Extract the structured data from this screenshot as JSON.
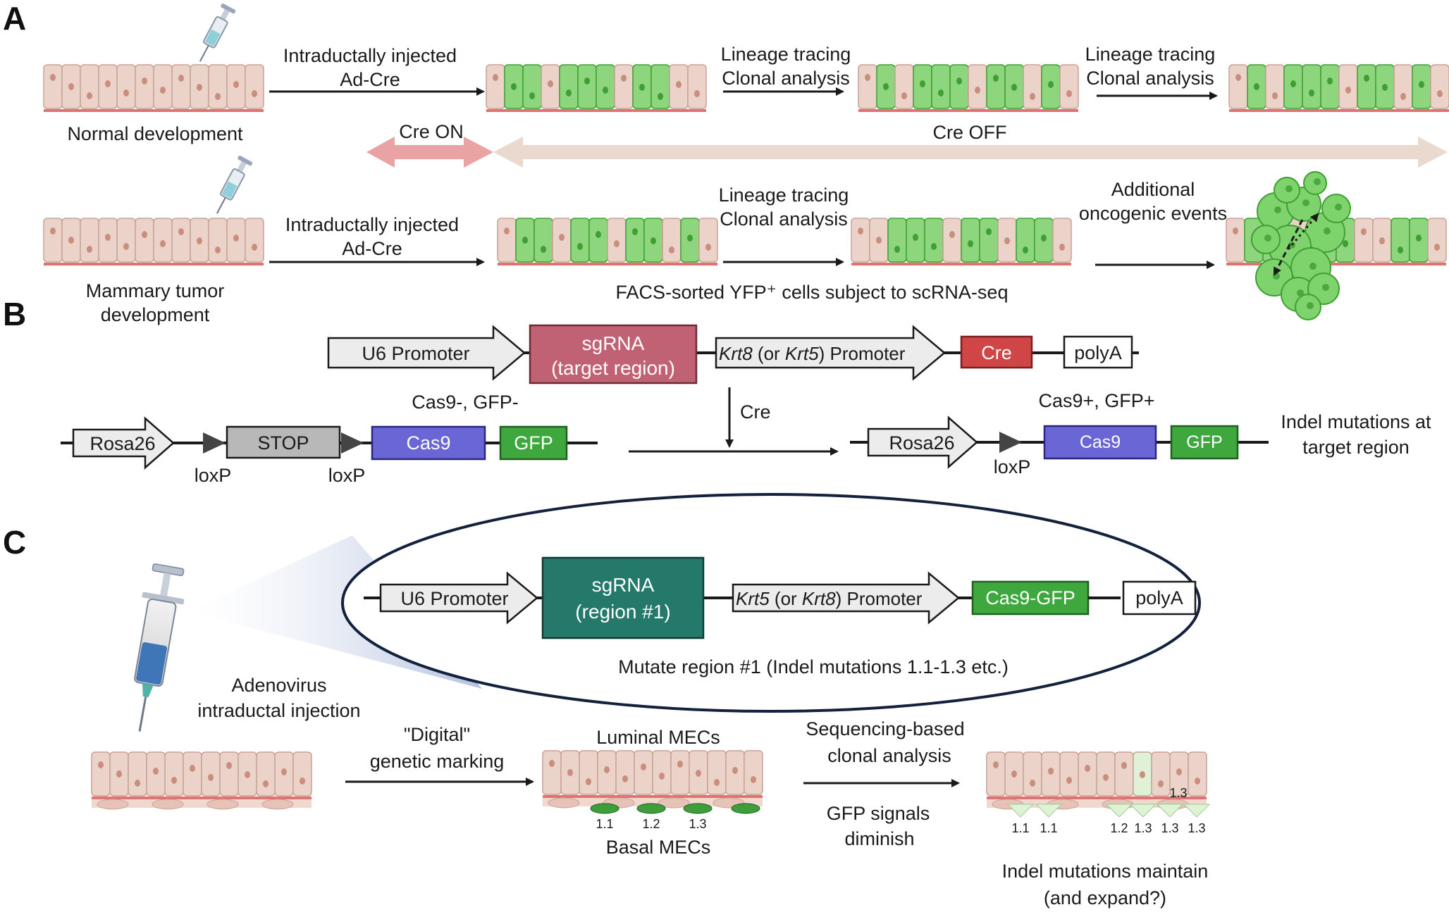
{
  "panels": {
    "a": "A",
    "b": "B",
    "c": "C"
  },
  "panel_a": {
    "row1": {
      "injection_label": [
        "Intraductally injected",
        "Ad-Cre"
      ],
      "step1_label": [
        "Lineage tracing",
        "Clonal analysis"
      ],
      "step2_label": [
        "Lineage tracing",
        "Clonal analysis"
      ],
      "start_caption": "Normal development"
    },
    "cre_on": "Cre ON",
    "cre_off": "Cre OFF",
    "row2": {
      "injection_label": [
        "Intraductally injected",
        "Ad-Cre"
      ],
      "step1_label": [
        "Lineage tracing",
        "Clonal analysis"
      ],
      "step2_label": [
        "Additional",
        "oncogenic events"
      ],
      "start_caption": [
        "Mammary tumor",
        "development"
      ],
      "facs_caption": "FACS-sorted YFP⁺ cells subject to scRNA-seq"
    }
  },
  "panel_b": {
    "top_construct": {
      "u6_promoter": "U6 Promoter",
      "sgrna": [
        "sgRNA",
        "(target region)"
      ],
      "promoter_parts": [
        "Krt8",
        " (or ",
        "Krt5",
        ") Promoter"
      ],
      "cre": "Cre",
      "polya": "polyA"
    },
    "left_status": "Cas9-, GFP-",
    "left_allele": {
      "rosa26": "Rosa26",
      "stop": "STOP",
      "cas9": "Cas9",
      "gfp": "GFP",
      "loxp1": "loxP",
      "loxp2": "loxP"
    },
    "cre_arrow_label": "Cre",
    "right_status": "Cas9+, GFP+",
    "right_allele": {
      "rosa26": "Rosa26",
      "loxp": "loxP",
      "cas9": "Cas9",
      "gfp": "GFP"
    },
    "result": [
      "Indel mutations at",
      "target region"
    ]
  },
  "panel_c": {
    "construct": {
      "u6_promoter": "U6 Promoter",
      "sgrna": [
        "sgRNA",
        "(region #1)"
      ],
      "promoter_parts": [
        "Krt5",
        " (or ",
        "Krt8",
        ") Promoter"
      ],
      "cas9_gfp": "Cas9-GFP",
      "polya": "polyA"
    },
    "mutate_caption": "Mutate region #1  (Indel mutations 1.1-1.3 etc.)",
    "injection_caption": [
      "Adenovirus",
      "intraductal injection"
    ],
    "digital_label": [
      "\"Digital\"",
      "genetic marking"
    ],
    "luminal_label": "Luminal MECs",
    "basal_label": "Basal MECs",
    "basal_marks": [
      "1.1",
      "1.2",
      "1.3"
    ],
    "seq_label": [
      "Sequencing-based",
      "clonal analysis"
    ],
    "gfp_label": [
      "GFP signals",
      "diminish"
    ],
    "final_luminal_mark": "1.3",
    "final_basal_marks": [
      "1.1",
      "1.1",
      "1.2",
      "1.3",
      "1.3",
      "1.3"
    ],
    "final_caption": [
      "Indel mutations maintain",
      "(and expand?)"
    ]
  },
  "colors": {
    "cell_fill": "#ecd3ca",
    "cell_stroke": "#c9a196",
    "nucleus": "#c98e7e",
    "basement": "#e07272",
    "green_cell": "#8ed67d",
    "green_dark": "#3f9f33",
    "sgrna_pink": "#c06273",
    "sgrna_teal": "#25796b",
    "cre_red": "#d04646",
    "cas9_blue": "#6b66d6",
    "gfp_green": "#3ea83e",
    "stop_gray": "#b8b8b8",
    "arrow_gray": "#ececec",
    "cre_on_pink": "#e9a3a3",
    "cre_off_beige": "#ead9cf"
  }
}
